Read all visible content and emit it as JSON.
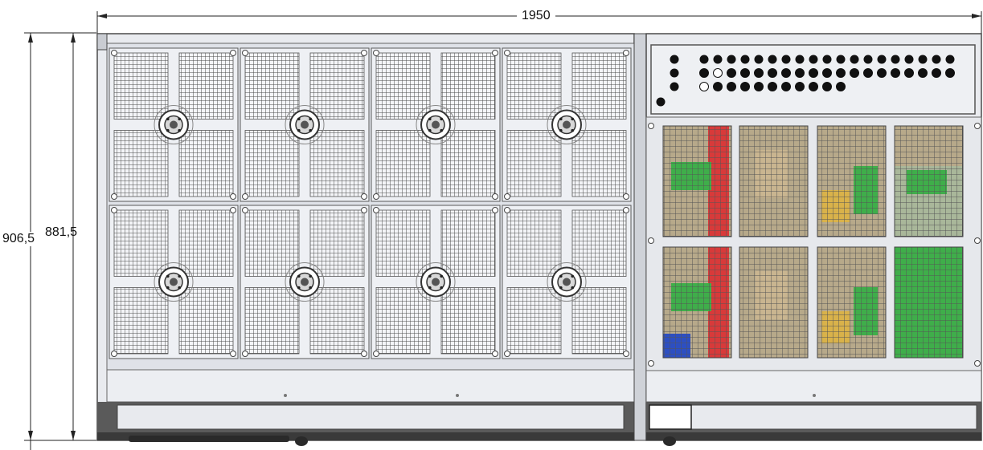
{
  "dimensions": {
    "width_label": "1950",
    "height_outer_label": "906,5",
    "height_inner_label": "881,5"
  },
  "colors": {
    "panel_fill": "#eef0f4",
    "panel_stroke": "#5a5a5a",
    "grille_line": "#6a6a6a",
    "frame_dark": "#3a3a3a",
    "board_red": "#d83a3a",
    "board_green": "#3fae4a",
    "board_yellow": "#d9b24a",
    "board_blue": "#2d4fc2"
  },
  "drawing": {
    "fan_grid": {
      "rows": 2,
      "columns": 4
    },
    "electronics_windows": {
      "rows": 2,
      "columns": 4
    }
  }
}
